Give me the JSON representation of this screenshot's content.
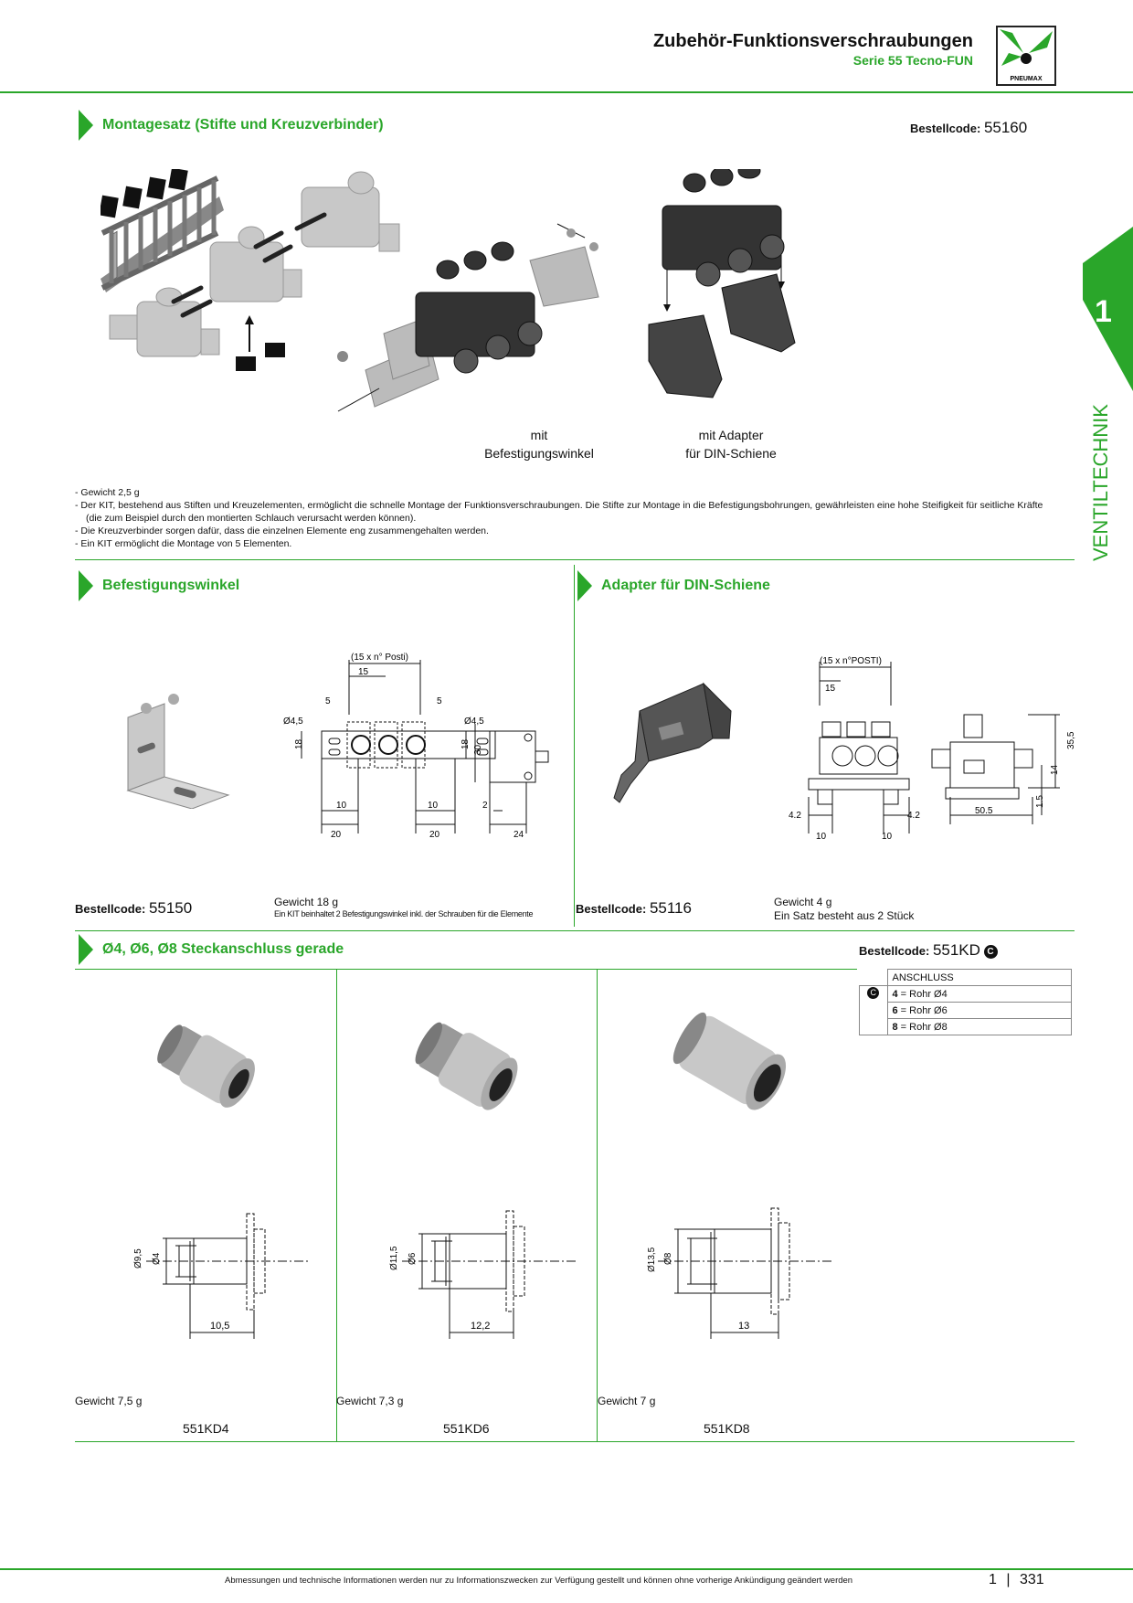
{
  "header": {
    "title": "Zubehör-Funktionsverschraubungen",
    "subtitle": "Serie 55 Tecno-FUN",
    "logo_text": "PNEUMAX"
  },
  "side_tab": {
    "number": "1",
    "label": "VENTILTECHNIK"
  },
  "section1": {
    "title": "Montagesatz (Stifte und Kreuzverbinder)",
    "bestell_label": "Bestellcode:",
    "bestell_code": "55160",
    "caption_left_1": "mit",
    "caption_left_2": "Befestigungswinkel",
    "caption_right_1": "mit Adapter",
    "caption_right_2": "für DIN-Schiene",
    "notes": [
      "-  Gewicht 2,5 g",
      "-  Der KIT, bestehend aus Stiften und Kreuzelementen, ermöglicht die schnelle Montage der Funktionsverschraubungen. Die Stifte zur Montage in die Befestigungsbohrungen, gewährleisten eine hohe Steifigkeit für seitliche Kräfte (die zum Beispiel durch den montierten Schlauch verursacht werden können).",
      "-  Die Kreuzverbinder sorgen dafür, dass die einzelnen Elemente eng zusammengehalten werden.",
      "-  Ein KIT ermöglicht die Montage von 5 Elementen."
    ]
  },
  "section2": {
    "title": "Befestigungswinkel",
    "bestell_label": "Bestellcode:",
    "bestell_code": "55150",
    "weight": "Gewicht 18 g",
    "note": "Ein KIT beinhaltet 2 Befestigungswinkel inkl. der Schrauben für die Elemente",
    "dims": {
      "top": "(15 x n° Posti)",
      "d15": "15",
      "d5a": "5",
      "d5b": "5",
      "phi_l": "Ø4,5",
      "phi_r": "Ø4,5",
      "h18a": "18",
      "h18b": "18",
      "h30": "30",
      "w10a": "10",
      "w10b": "10",
      "w2": "2",
      "w20a": "20",
      "w20b": "20",
      "w24": "24"
    }
  },
  "section3": {
    "title": "Adapter für DIN-Schiene",
    "bestell_label": "Bestellcode:",
    "bestell_code": "55116",
    "weight": "Gewicht 4 g",
    "note": "Ein Satz besteht aus 2 Stück",
    "dims": {
      "top": "(15 x n°POSTI)",
      "d15": "15",
      "w42a": "4.2",
      "w42b": "4.2",
      "w10a": "10",
      "w10b": "10",
      "w505": "50.5",
      "h355": "35,5",
      "h14": "14",
      "h15": "1.5"
    }
  },
  "section4": {
    "title": "Ø4, Ø6, Ø8 Steckanschluss gerade",
    "bestell_label": "Bestellcode:",
    "bestell_code": "551KD",
    "code_badge": "C",
    "table": {
      "header": "ANSCHLUSS",
      "badge": "C",
      "rows": [
        {
          "key": "4",
          "value": " = Rohr Ø4"
        },
        {
          "key": "6",
          "value": " = Rohr Ø6"
        },
        {
          "key": "8",
          "value": " = Rohr Ø8"
        }
      ]
    },
    "items": [
      {
        "weight": "Gewicht 7,5 g",
        "code": "551KD4",
        "d_outer": "Ø9,5",
        "d_inner": "Ø4",
        "length": "10,5"
      },
      {
        "weight": "Gewicht 7,3 g",
        "code": "551KD6",
        "d_outer": "Ø11,5",
        "d_inner": "Ø6",
        "length": "12,2"
      },
      {
        "weight": "Gewicht 7 g",
        "code": "551KD8",
        "d_outer": "Ø13,5",
        "d_inner": "Ø8",
        "length": "13"
      }
    ]
  },
  "footer": {
    "text": "Abmessungen und technische Informationen werden nur zu Informationszwecken zur Verfügung gestellt und können ohne vorherige Ankündigung geändert werden",
    "chapter": "1",
    "page": "331"
  }
}
